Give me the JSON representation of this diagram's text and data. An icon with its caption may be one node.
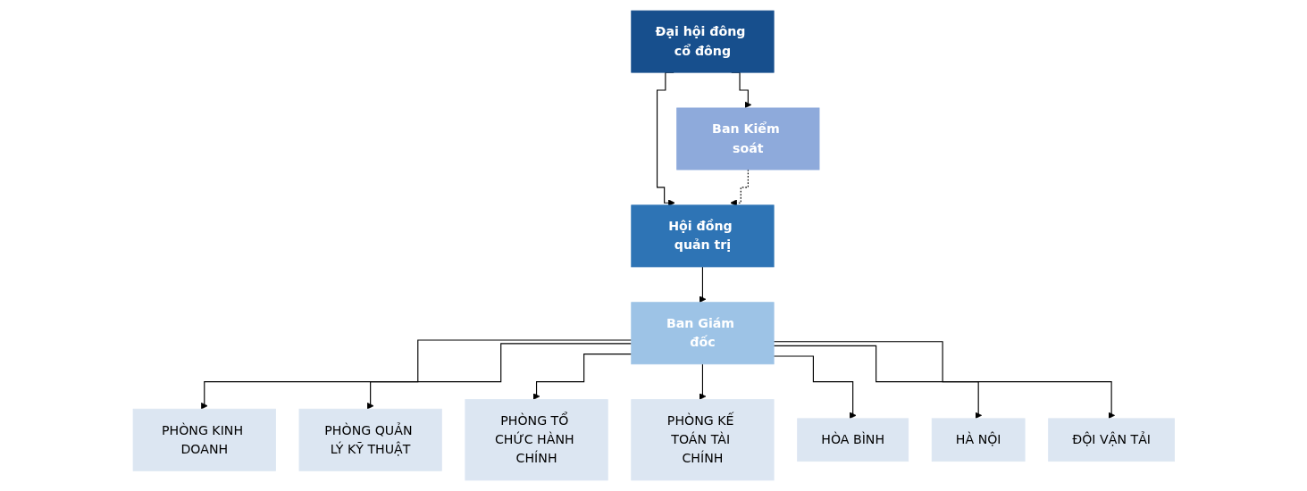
{
  "diagram": {
    "nodes": [
      {
        "text": [
          "Đại hội đông cổ đông"
        ]
      },
      {
        "text": [
          "Ban Kiểm soát"
        ]
      },
      {
        "text": [
          "Hội đồng quản trị"
        ]
      },
      {
        "text": [
          "Ban Giám đốc"
        ]
      },
      {
        "text": [
          "PHÒNG KINH DOANH"
        ]
      },
      {
        "text": [
          "PHÒNG QUẢN LÝ KỸ THUẬT"
        ]
      },
      {
        "text": [
          "PHÒNG TỔ CHỨC HÀNH CHÍNH"
        ]
      },
      {
        "text": [
          "PHÒNG KẾ TOÁN TÀI CHÍNH"
        ]
      },
      {
        "text": [
          "HÒA BÌNH"
        ]
      },
      {
        "text": [
          "HÀ NỘI"
        ]
      },
      {
        "text": [
          "ĐỘI VẬN TẢI"
        ]
      }
    ],
    "edges": [
      {
        "from": 0,
        "to": 2,
        "arrow": "to"
      },
      {
        "from": 0,
        "to": 1,
        "arrow": "to"
      },
      {
        "from": 1,
        "to": 2,
        "arrow": "to",
        "style": "dashed"
      },
      {
        "from": 2,
        "to": 3,
        "arrow": "to"
      },
      {
        "from": 3,
        "to": 4,
        "arrow": "to"
      },
      {
        "from": 3,
        "to": 5,
        "arrow": "to"
      },
      {
        "from": 3,
        "to": 6,
        "arrow": "to"
      },
      {
        "from": 3,
        "to": 7,
        "arrow": "to"
      },
      {
        "from": 3,
        "to": 8,
        "arrow": "to"
      },
      {
        "from": 3,
        "to": 9,
        "arrow": "to"
      },
      {
        "from": 3,
        "to": 10,
        "arrow": "to"
      }
    ]
  }
}
